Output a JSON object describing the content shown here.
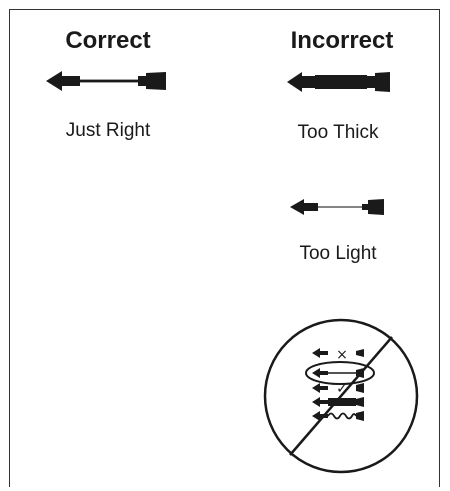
{
  "columns": {
    "correct": {
      "heading": "Correct"
    },
    "incorrect": {
      "heading": "Incorrect"
    }
  },
  "examples": [
    {
      "caption": "Just Right"
    },
    {
      "caption": "Too Thick"
    },
    {
      "caption": "Too Light"
    }
  ],
  "illustration": {
    "icon": "prohibition-circle-icon",
    "marks": [
      "×",
      "✓"
    ]
  },
  "colors": {
    "ink": "#1a1a1a",
    "frame": "#333333"
  }
}
